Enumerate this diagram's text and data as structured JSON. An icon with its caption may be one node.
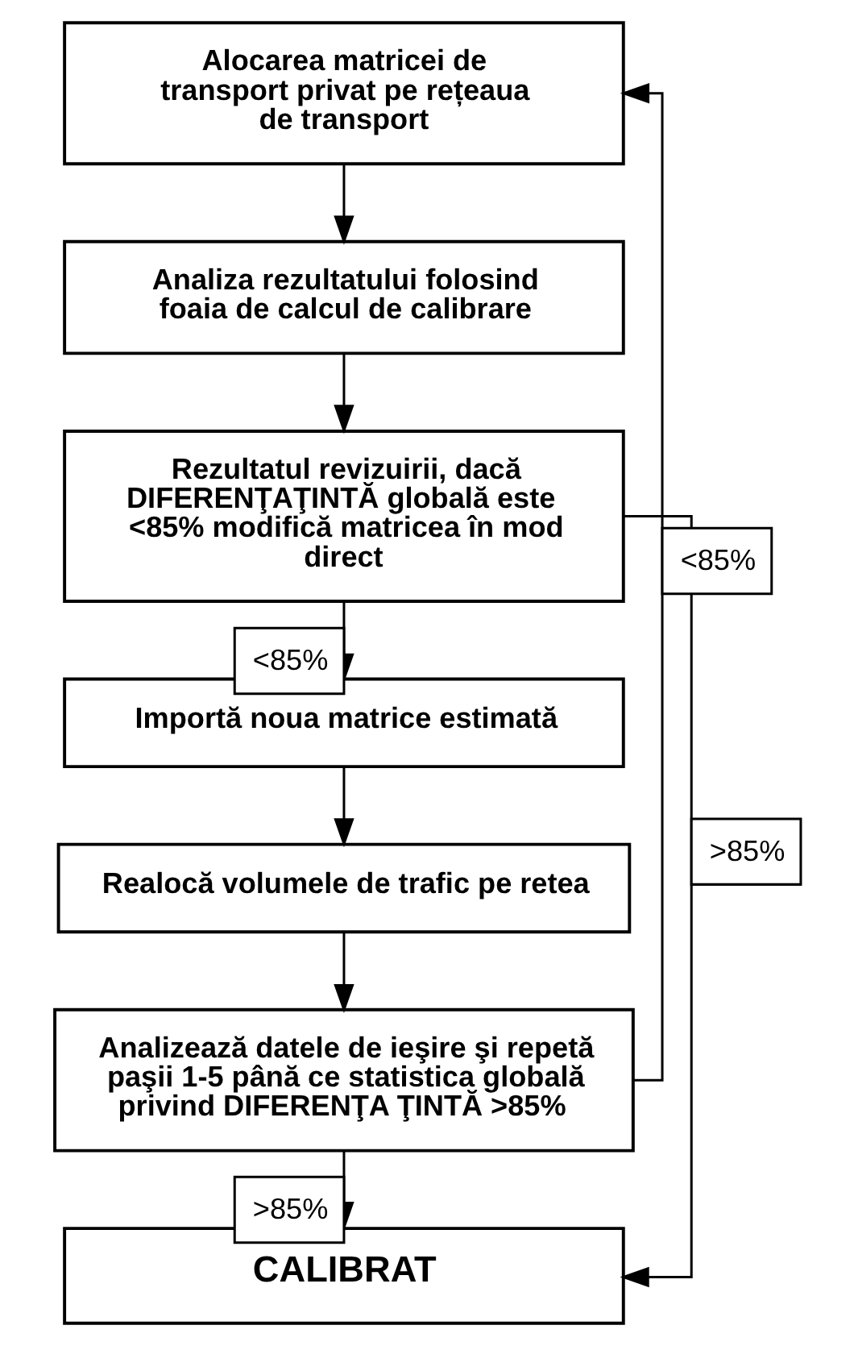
{
  "diagram": {
    "nodes": [
      {
        "text": [
          "Alocarea matricei de transport privat pe rețeaua de transport"
        ]
      },
      {
        "text": [
          "Analiza rezultatului folosind foaia de calcul de calibrare"
        ]
      },
      {
        "text": [
          "Rezultatul revizuirii, dacă DIFERENŢAŢINTĂ globală este <85% modifică matricea în mod direct"
        ]
      },
      {
        "text": [
          "Importă noua matrice estimată"
        ]
      },
      {
        "text": [
          "Realocă volumele de trafic pe retea"
        ]
      },
      {
        "text": [
          "Analizează datele de ieşire şi repetă paşii 1-5 până ce statistica globală privind DIFERENŢA ŢINTĂ >85%"
        ]
      },
      {
        "text": [
          "CALIBRAT"
        ]
      }
    ],
    "edges": [
      {
        "from": 0,
        "to": 1,
        "arrow": "to"
      },
      {
        "from": 1,
        "to": 2,
        "arrow": "to"
      },
      {
        "from": 2,
        "to": 3,
        "arrow": "to",
        "label": "<85%"
      },
      {
        "from": 3,
        "to": 4,
        "arrow": "to"
      },
      {
        "from": 4,
        "to": 5,
        "arrow": "to"
      },
      {
        "from": 5,
        "to": 6,
        "arrow": "to",
        "label": ">85%"
      },
      {
        "from": 2,
        "to": 6,
        "arrow": "to",
        "label": ">85%"
      },
      {
        "from": 5,
        "to": 0,
        "arrow": "to",
        "label": "<85%"
      }
    ]
  }
}
